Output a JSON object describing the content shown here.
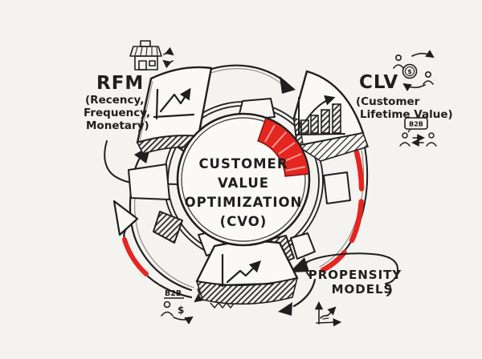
{
  "colors": {
    "background": "#f4f3ef",
    "ink": "#1f1f1f",
    "accent_red": "#e52620",
    "paper_white": "#faf9f5"
  },
  "center": {
    "line1": "CUSTOMER",
    "line2": "VALUE",
    "line3": "OPTIMIZATION",
    "line4": "(CVO)"
  },
  "rfm": {
    "title": "RFM",
    "sub1": "(Recency,",
    "sub2": "Frequency,",
    "sub3": "Monetary)"
  },
  "clv": {
    "title": "CLV",
    "sub1": "(Customer",
    "sub2": "Lifetime Value)"
  },
  "propensity": {
    "line1": "PROPENSITY",
    "line2": "MODELS"
  },
  "icons": {
    "b2b_badge_right": "B2B",
    "b2b_label_left": "B2B",
    "dollar_left": "$",
    "coin_dollar": "$"
  }
}
